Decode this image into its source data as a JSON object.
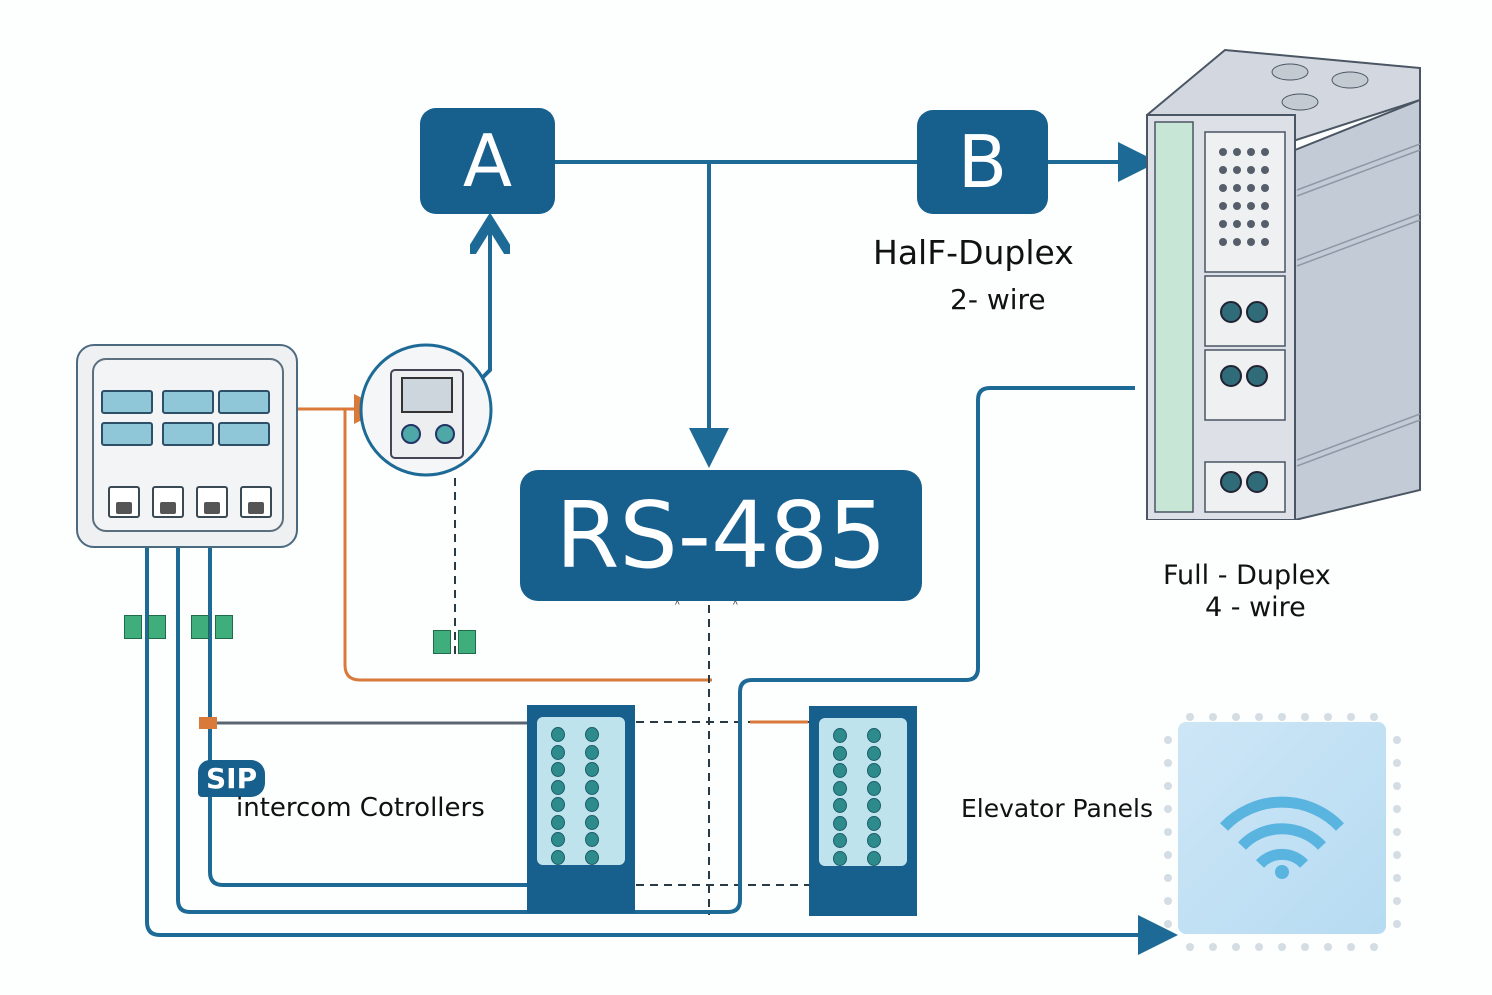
{
  "diagram": {
    "title": "RS-485",
    "nodes": {
      "a": {
        "label": "A"
      },
      "b": {
        "label": "B"
      },
      "bus": {
        "label": "RS-485"
      }
    },
    "labels": {
      "half_duplex": "HalF-Duplex",
      "half_wires": "2- wire",
      "full_duplex": "Full - Duplex",
      "full_wires": "4 - wire",
      "sip_badge": "SIP",
      "intercom": "intercom  Cotrollers",
      "elevator": "Elevator  Panels"
    },
    "devices": [
      {
        "name": "access-control-panel",
        "kind": "wall panel"
      },
      {
        "name": "intercom-station",
        "kind": "intercom"
      },
      {
        "name": "server-cabinet",
        "kind": "cabinet"
      },
      {
        "name": "intercom-controller",
        "kind": "controller"
      },
      {
        "name": "elevator-panel",
        "kind": "controller"
      },
      {
        "name": "wireless-access-point",
        "kind": "wifi"
      }
    ],
    "colors": {
      "primary": "#175f8d",
      "wire": "#1d6a96",
      "orange_wire": "#d97a3a",
      "wifi_box": "#bfe0f5",
      "wifi_icon": "#5ab4e0"
    }
  }
}
